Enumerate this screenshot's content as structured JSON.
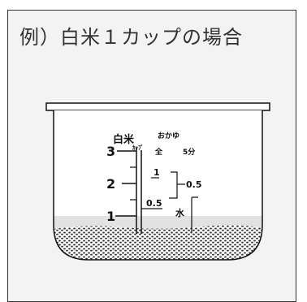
{
  "title": "例）白米１カップの場合",
  "scale_headers": {
    "hakumai": "白米",
    "cup": "ｶｯﾌﾟ",
    "okayu": "おかゆ",
    "zen": "全",
    "gobu": "5分"
  },
  "marks": {
    "m3": "3",
    "m2": "2",
    "m1": "1",
    "half_white": "0.5",
    "okayu_1": "1",
    "okayu_half": "0.5"
  },
  "water_label": "水",
  "colors": {
    "background": "#f3f3f3",
    "border": "#333333",
    "water": "#e4e4e4",
    "rice": "#444444"
  }
}
